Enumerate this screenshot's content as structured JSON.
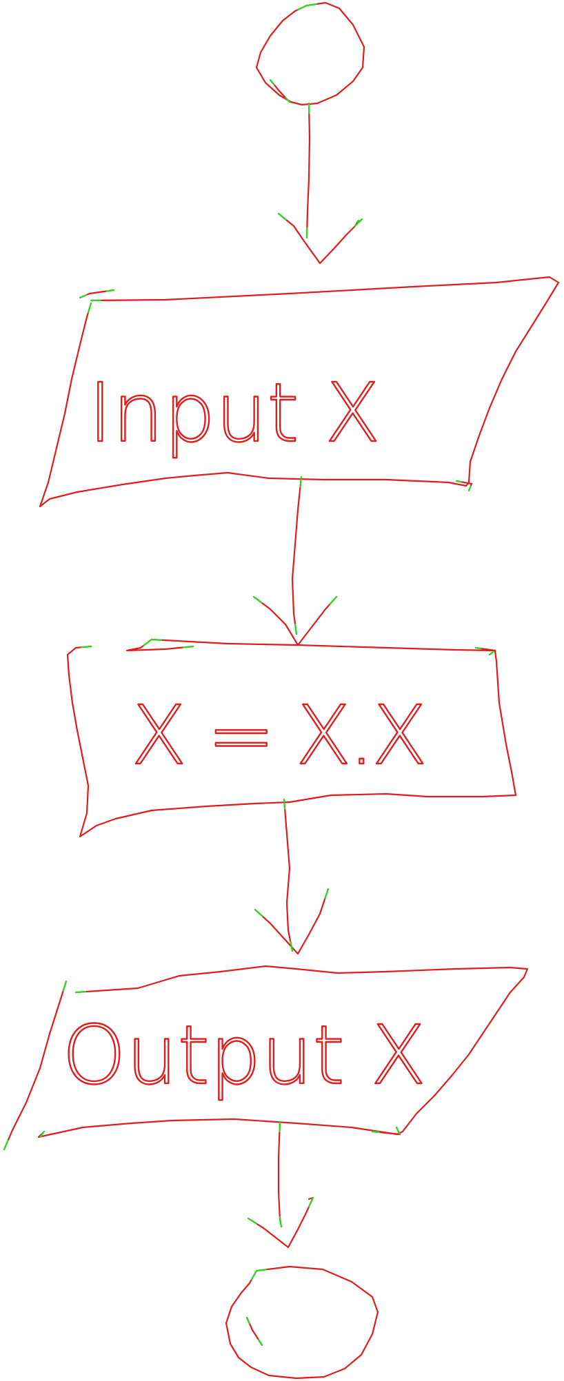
{
  "colors": {
    "stroke": "#e21b1b",
    "endpoint": "#22dd22"
  },
  "nodes": [
    {
      "id": "start",
      "shape": "terminator"
    },
    {
      "id": "input",
      "shape": "parallelogram",
      "label": "Input X"
    },
    {
      "id": "process",
      "shape": "rectangle",
      "label": "X = X.X"
    },
    {
      "id": "output",
      "shape": "parallelogram",
      "label": "Output X"
    },
    {
      "id": "end",
      "shape": "terminator"
    }
  ],
  "edges": [
    {
      "from": "start",
      "to": "input"
    },
    {
      "from": "input",
      "to": "process"
    },
    {
      "from": "process",
      "to": "output"
    },
    {
      "from": "output",
      "to": "end"
    }
  ]
}
